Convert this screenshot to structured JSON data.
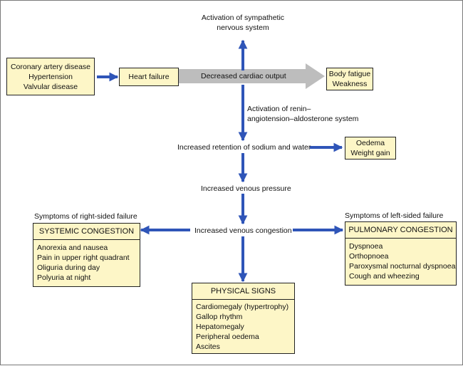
{
  "causes": [
    "Coronary artery disease",
    "Hypertension",
    "Valvular disease"
  ],
  "heart_failure": "Heart failure",
  "decreased_output": "Decreased cardiac output",
  "sympathetic": [
    "Activation of sympathetic",
    "nervous system"
  ],
  "fatigue": [
    "Body fatigue",
    "Weakness"
  ],
  "raas": [
    "Activation of renin–",
    "angiotension–aldosterone system"
  ],
  "retention": "Increased retention of sodium and water",
  "oedema": [
    "Oedema",
    "Weight gain"
  ],
  "venous_pressure": "Increased venous pressure",
  "venous_congestion": "Increased venous congestion",
  "right_sided": {
    "caption": "Symptoms of right-sided failure",
    "title": "SYSTEMIC CONGESTION",
    "items": [
      "Anorexia and nausea",
      "Pain in upper right quadrant",
      "Oliguria during day",
      "Polyuria at night"
    ]
  },
  "left_sided": {
    "caption": "Symptoms of left-sided failure",
    "title": "PULMONARY CONGESTION",
    "items": [
      "Dyspnoea",
      "Orthopnoea",
      "Paroxysmal nocturnal dyspnoea",
      "Cough and wheezing"
    ]
  },
  "physical_signs": {
    "title": "PHYSICAL SIGNS",
    "items": [
      "Cardiomegaly (hypertrophy)",
      "Gallop rhythm",
      "Hepatomegaly",
      "Peripheral oedema",
      "Ascites"
    ]
  },
  "colors": {
    "box_fill": "#fdf6c7",
    "arrow_blue": "#2f55b8",
    "arrow_grey": "#bdbdbd"
  }
}
